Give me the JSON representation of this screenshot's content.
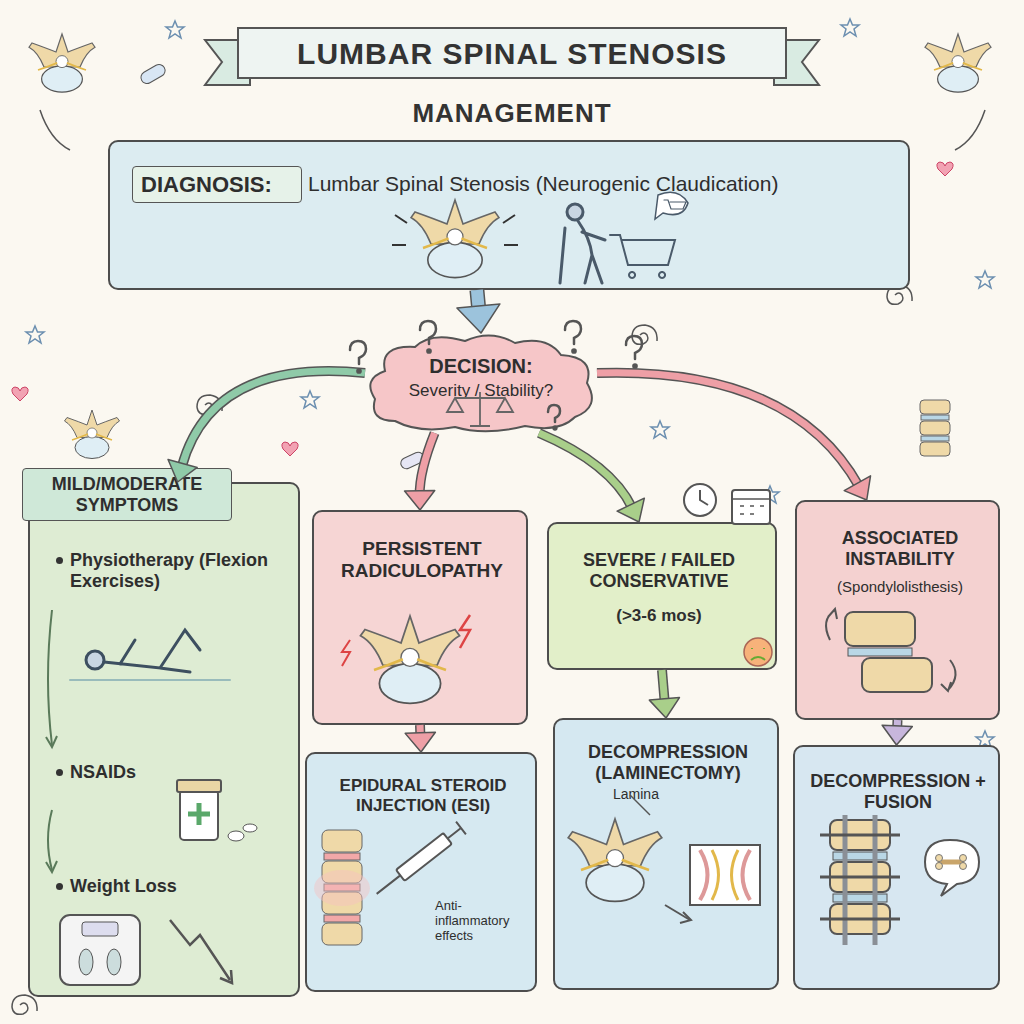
{
  "diagram": {
    "title": "LUMBAR SPINAL STENOSIS",
    "nodes": [
      {
        "text": [
          "DIAGNOSIS:",
          "Lumbar Spinal Stenosis (Neurogenic Claudication)"
        ]
      },
      {
        "text": [
          "DECISION:",
          "Severity / Stability?"
        ]
      },
      {
        "text": [
          "MILD/MODERATE SYMPTOMS",
          "Physiotherapy (Flexion Exercises)",
          "NSAIDs",
          "Weight Loss"
        ]
      },
      {
        "text": [
          "PERSISTENT RADICULOPATHY"
        ]
      },
      {
        "text": [
          "EPIDURAL STEROID INJECTION (ESI)",
          "Anti-inflammatory effects"
        ]
      },
      {
        "text": [
          "SEVERE / FAILED CONSERVATIVE",
          "(>3-6 mos)"
        ]
      },
      {
        "text": [
          "DECOMPRESSION (LAMINECTOMY)",
          "Lamina"
        ]
      },
      {
        "text": [
          "ASSOCIATED INSTABILITY",
          "(Spondylolisthesis)"
        ]
      },
      {
        "text": [
          "DECOMPRESSION + FUSION"
        ]
      }
    ],
    "edges": [
      {
        "from": 0,
        "to": 1,
        "arrow": "to"
      },
      {
        "from": 1,
        "to": 2,
        "arrow": "to"
      },
      {
        "from": 1,
        "to": 3,
        "arrow": "to"
      },
      {
        "from": 1,
        "to": 5,
        "arrow": "to"
      },
      {
        "from": 1,
        "to": 7,
        "arrow": "to"
      },
      {
        "from": 3,
        "to": 4,
        "arrow": "to"
      },
      {
        "from": 5,
        "to": 6,
        "arrow": "to"
      },
      {
        "from": 7,
        "to": 8,
        "arrow": "to"
      }
    ],
    "labels": [
      "MANAGEMENT"
    ]
  }
}
